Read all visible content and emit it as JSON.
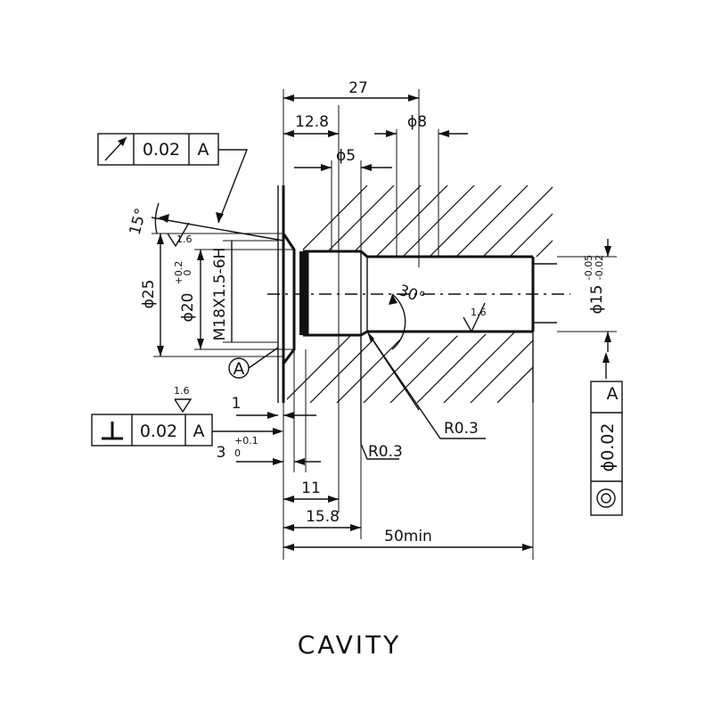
{
  "title": "CAVITY",
  "dimensions": {
    "d27": "27",
    "d12_8": "12.8",
    "d_phi8": "ϕ8",
    "d_phi5": "ϕ5",
    "d15deg": "15°",
    "d_phi25": "ϕ25",
    "d_phi20": "ϕ20",
    "d_phi20_tol_upper": "+0.2",
    "d_phi20_tol_lower": "0",
    "thread": "M18X1.5-6H",
    "d1": "1",
    "d3": "3",
    "d3_tol_upper": "+0.1",
    "d3_tol_lower": "0",
    "d11": "11",
    "d15_8": "15.8",
    "d50": "50min",
    "r03_left": "R0.3",
    "r03_right": "R0.3",
    "angle30": "30°",
    "d_phi15": "ϕ15",
    "d_phi15_tol_upper": "-0.05",
    "d_phi15_tol_lower": "-0.02"
  },
  "surface_finish": {
    "left": "1.6",
    "bottom": "1.6",
    "bore": "1.6"
  },
  "datum_label": "A",
  "fcf_runout": {
    "value": "0.02",
    "datum": "A"
  },
  "fcf_perp": {
    "value": "0.02",
    "datum": "A"
  },
  "fcf_concentric": {
    "value": "ϕ0.02",
    "datum": "A"
  }
}
